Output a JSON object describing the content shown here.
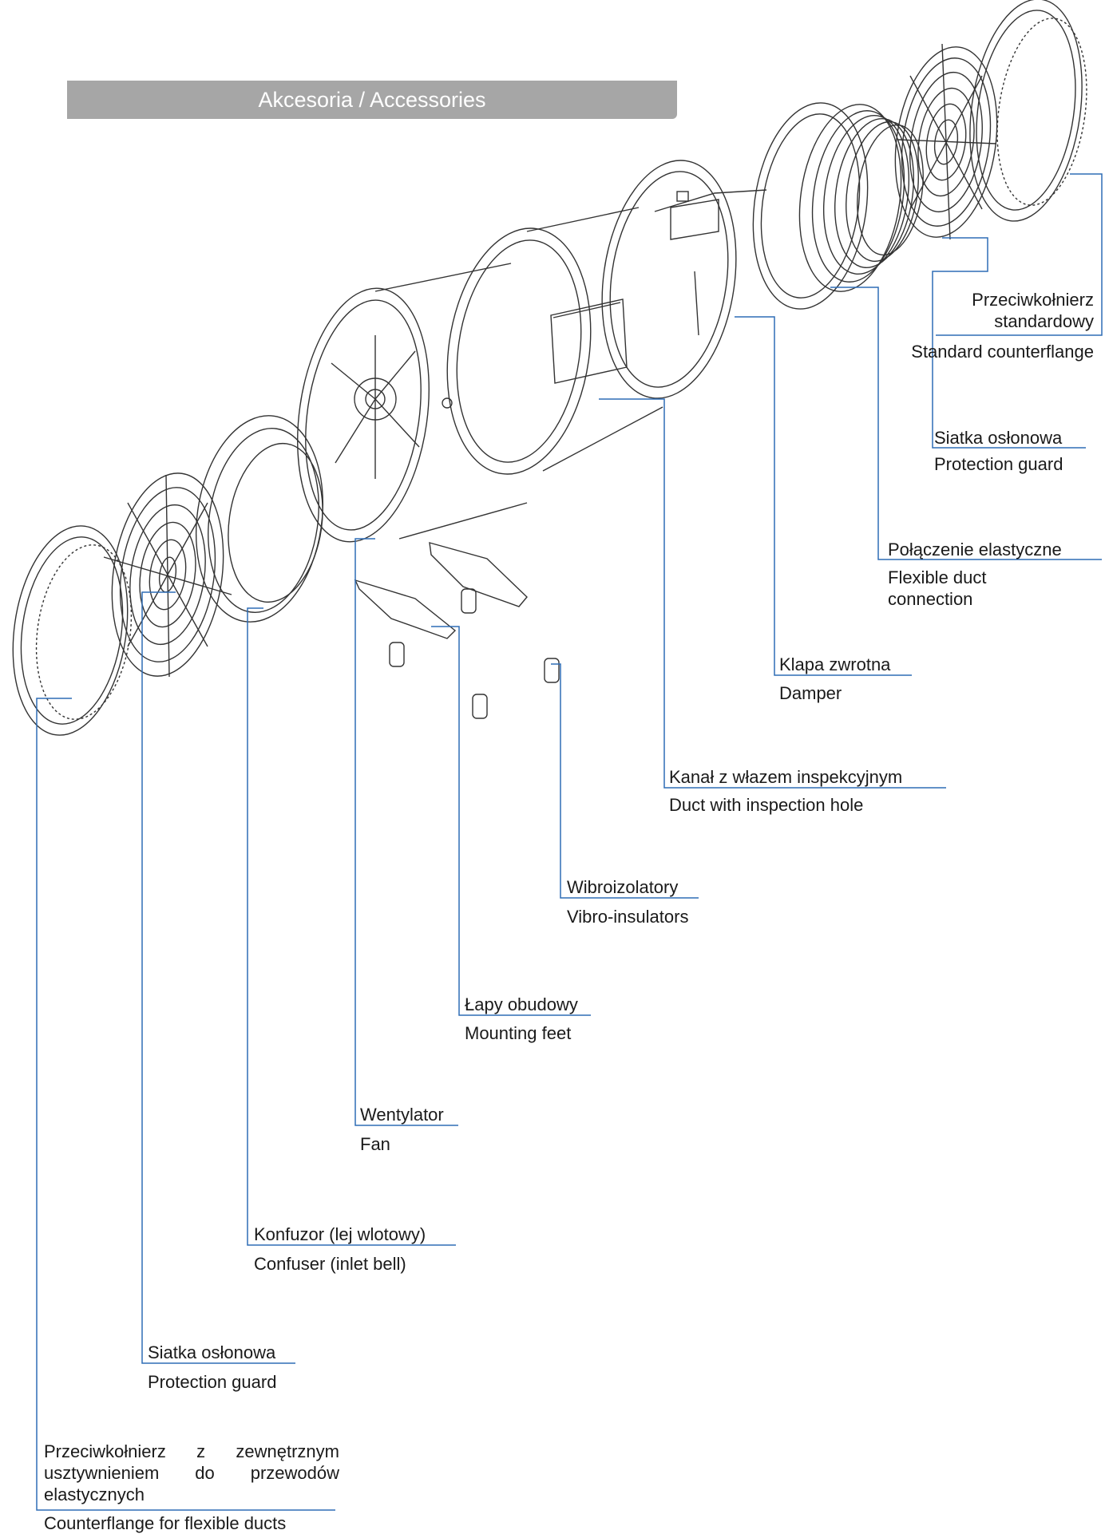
{
  "header": {
    "title": "Akcesoria / Accessories"
  },
  "labels": {
    "std_counterflange_pl": "Przeciwkołnierz standardowy",
    "std_counterflange_en": "Standard counterflange",
    "guard_right_pl": "Siatka osłonowa",
    "guard_right_en": "Protection guard",
    "flexible_pl": "Połączenie elastyczne",
    "flexible_en": "Flexible  duct connection",
    "damper_pl": "Klapa zwrotna",
    "damper_en": "Damper",
    "duct_pl": "Kanał z włazem inspekcyjnym",
    "duct_en": "Duct with inspection hole",
    "vibro_pl": "Wibroizolatory",
    "vibro_en": "Vibro-insulators",
    "feet_pl": "Łapy obudowy",
    "feet_en": "Mounting feet",
    "fan_pl": "Wentylator",
    "fan_en": "Fan",
    "confuser_pl": "Konfuzor (lej wlotowy)",
    "confuser_en": "Confuser (inlet bell)",
    "guard_left_pl": "Siatka osłonowa",
    "guard_left_en": "Protection guard",
    "flex_counterflange_pl": "Przeciwkołnierz z zewnętrznym usztywnieniem do przewodów elastycznych",
    "flex_counterflange_en": "Counterflange for flexible ducts"
  },
  "colors": {
    "leader": "#2f6db5",
    "banner": "#a6a6a6",
    "drawing": "#333333",
    "logo": "#1f5aa6"
  }
}
